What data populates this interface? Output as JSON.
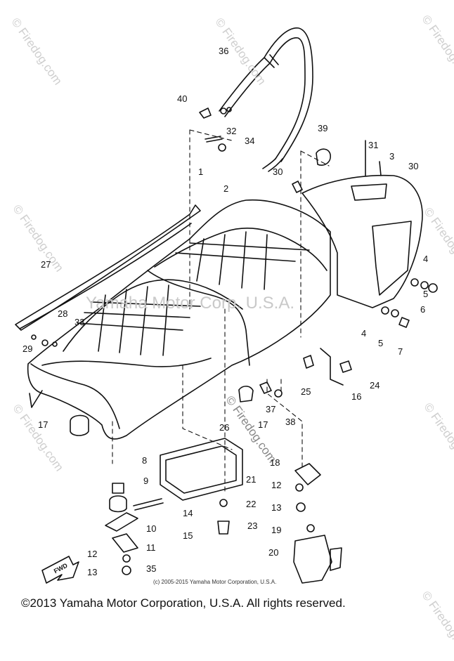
{
  "watermarks": {
    "site": "© Firedog.com",
    "center": "Yamaha Motor Corp. U.S.A."
  },
  "direction_label": "FWD",
  "inner_copyright": "(c) 2005-2015 Yamaha Motor Corporation, U.S.A.",
  "footer_copyright": "©2013 Yamaha Motor Corporation, U.S.A. All rights reserved.",
  "callouts": [
    "36",
    "40",
    "32",
    "34",
    "39",
    "31",
    "3",
    "30",
    "30",
    "1",
    "2",
    "27",
    "4",
    "5",
    "6",
    "4",
    "5",
    "7",
    "28",
    "33",
    "29",
    "25",
    "24",
    "16",
    "37",
    "38",
    "17",
    "26",
    "17",
    "18",
    "8",
    "21",
    "9",
    "12",
    "22",
    "14",
    "13",
    "10",
    "23",
    "15",
    "11",
    "19",
    "12",
    "35",
    "20",
    "13"
  ]
}
